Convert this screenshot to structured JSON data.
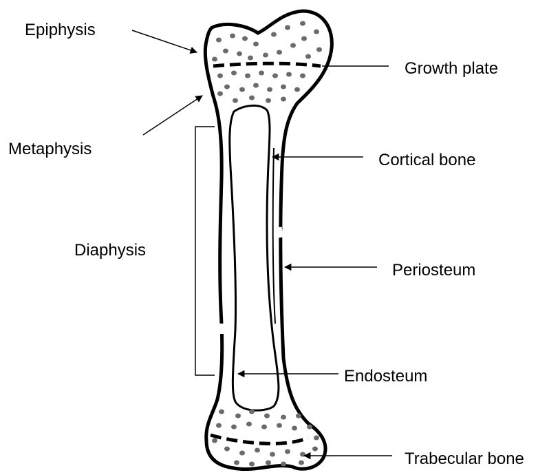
{
  "diagram": {
    "labels": {
      "epiphysis": "Epiphysis",
      "metaphysis": "Metaphysis",
      "diaphysis": "Diaphysis",
      "growth_plate": "Growth plate",
      "cortical_bone": "Cortical bone",
      "periosteum": "Periosteum",
      "endosteum": "Endosteum",
      "trabecular_bone": "Trabecular bone"
    },
    "colors": {
      "outline": "#000000",
      "trabecular_dots": "#6b6b6b",
      "background": "#ffffff"
    }
  }
}
